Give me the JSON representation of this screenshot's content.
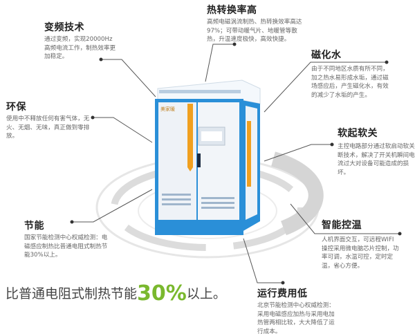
{
  "product": {
    "logo_text": "美家暖"
  },
  "features": [
    {
      "title": "变频技术",
      "body": "通过变频，实现20000Hz高频电流工作，制热效率更加稳定。"
    },
    {
      "title": "热转换率高",
      "body": "高频电磁涡流制热、热转换效率高达97%；可带动暖气片、地暖管等散热，升温速度极快，高效快捷。"
    },
    {
      "title": "磁化水",
      "body": "由于不同地区水质有所不同，加之热水易形成水垢，通过磁场感应后，产生磁化水，有效的减少了水垢的产生。"
    },
    {
      "title": "环保",
      "body": "使用中不释放任何有害气体，无火、无烟、无味，真正做到零排放。"
    },
    {
      "title": "软起软关",
      "body": "主控电路部分通过软启动软关断技术，解决了开关机瞬间电流过大对设备可能造成的损坏。"
    },
    {
      "title": "节能",
      "body": "国家节能检测中心权威检测：电磁感应制热比普通电阻式制热节能30%以上。"
    },
    {
      "title": "智能控温",
      "body": "人机界面交互，可远程WIFI操控采用微电脑芯片控制，功率可调，水温可控，定时定温，省心方便。"
    },
    {
      "title": "运行费用低",
      "body": "北京节能检测中心权威检测：采用电磁感应加热与采用电加热管两相比较，大大降低了运行成本。"
    }
  ],
  "tagline": {
    "prefix": "比普通电阻式制热节能",
    "highlight": "30%",
    "suffix": "以上。"
  },
  "colors": {
    "accent_green": "#7ab82e",
    "cabinet_blue": "#2a8fd8",
    "stripe_orange": "#f0a020"
  }
}
